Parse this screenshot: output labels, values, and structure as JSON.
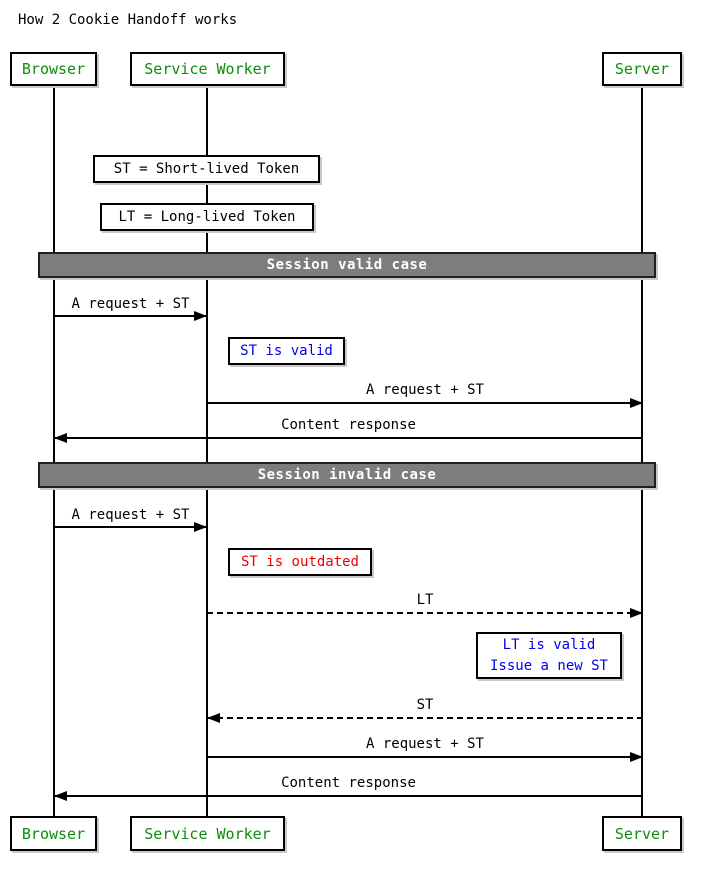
{
  "title": "How 2 Cookie Handoff works",
  "actors": {
    "browser": "Browser",
    "service_worker": "Service Worker",
    "server": "Server"
  },
  "legend": {
    "st": "ST = Short-lived Token",
    "lt": "LT = Long-lived Token"
  },
  "sections": {
    "valid": "Session valid case",
    "invalid": "Session invalid case"
  },
  "messages": {
    "m1": {
      "label": "A request + ST",
      "from": "Browser",
      "to": "Service Worker",
      "line": "solid"
    },
    "m2": {
      "label": "A request + ST",
      "from": "Service Worker",
      "to": "Server",
      "line": "solid"
    },
    "m3": {
      "label": "Content response",
      "from": "Server",
      "to": "Browser",
      "line": "solid"
    },
    "m4": {
      "label": "A request + ST",
      "from": "Browser",
      "to": "Service Worker",
      "line": "solid"
    },
    "m5": {
      "label": "LT",
      "from": "Service Worker",
      "to": "Server",
      "line": "dashed"
    },
    "m6": {
      "label": "ST",
      "from": "Server",
      "to": "Service Worker",
      "line": "dashed"
    },
    "m7": {
      "label": "A request + ST",
      "from": "Service Worker",
      "to": "Server",
      "line": "solid"
    },
    "m8": {
      "label": "Content response",
      "from": "Server",
      "to": "Browser",
      "line": "solid"
    }
  },
  "notes": {
    "st_valid": "ST is valid",
    "st_outdated": "ST is outdated",
    "lt_valid_line1": "LT is valid",
    "lt_valid_line2": "Issue a new ST"
  },
  "colors": {
    "actor_text": "#0a8f0a",
    "info_note_text": "#0000ee",
    "error_note_text": "#ee0000",
    "section_band_fill": "#7d7d7d",
    "section_band_text": "#ffffff",
    "line_color": "#000000",
    "background": "#ffffff"
  }
}
